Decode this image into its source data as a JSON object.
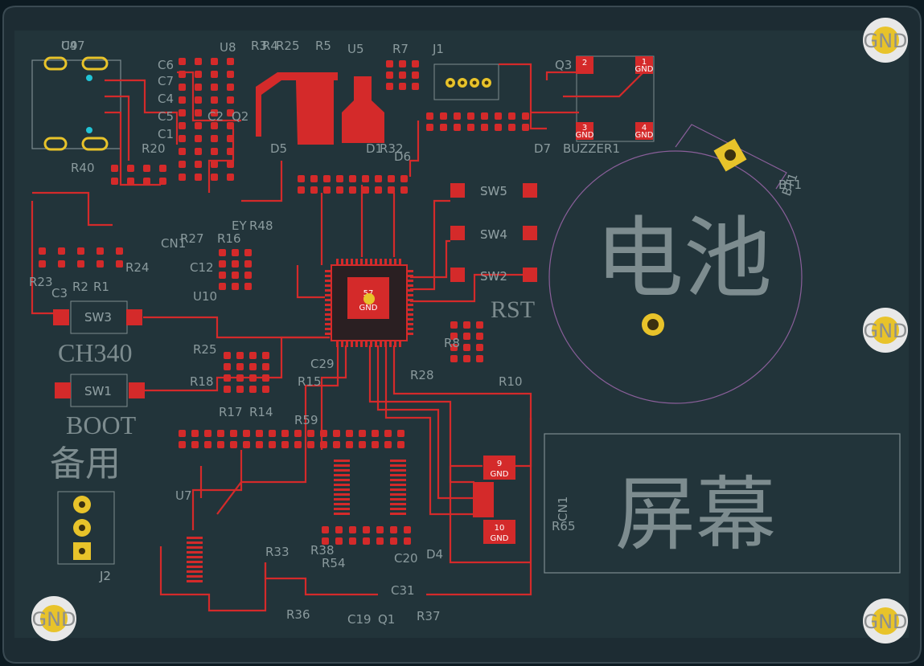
{
  "board": {
    "silkscreen": {
      "battery_cn": "电池",
      "screen_cn": "屏幕",
      "backup_cn": "备用",
      "ch340": "CH340",
      "boot": "BOOT",
      "rst": "RST"
    },
    "mounting_holes": [
      {
        "label": "GND"
      },
      {
        "label": "GND"
      },
      {
        "label": "GND"
      },
      {
        "label": "GND"
      }
    ],
    "main_ic": {
      "pin": "57",
      "net": "GND"
    },
    "connector_pads": [
      {
        "num": "9",
        "net": "GND"
      },
      {
        "num": "10",
        "net": "GND"
      }
    ],
    "buzzer_pads": [
      {
        "num": "2",
        "net": ""
      },
      {
        "num": "1",
        "net": "GND"
      },
      {
        "num": "3",
        "net": "GND"
      },
      {
        "num": "4",
        "net": "GND"
      }
    ],
    "references": [
      "U9",
      "U8",
      "U5",
      "J1",
      "Q3",
      "R3",
      "R4",
      "R25",
      "R5",
      "R7",
      "C6",
      "C7",
      "C4",
      "C5",
      "C1",
      "C2",
      "Q2",
      "D5",
      "D1",
      "R32",
      "D6",
      "R40",
      "R20",
      "D7",
      "BUZZER1",
      "BT1",
      "SW5",
      "SW4",
      "SW2",
      "SW3",
      "SW1",
      "C3",
      "R23",
      "R2",
      "R1",
      "R24",
      "R27",
      "R16",
      "R48",
      "C12",
      "U10",
      "R25",
      "R15",
      "R18",
      "R17",
      "R14",
      "C29",
      "R59",
      "R8",
      "R10",
      "R28",
      "J2",
      "U7",
      "R33",
      "R54",
      "R36",
      "C19",
      "Q1",
      "R37",
      "D4",
      "C20",
      "C31",
      "R38",
      "R65",
      "CN1",
      "EY",
      "C47"
    ]
  }
}
